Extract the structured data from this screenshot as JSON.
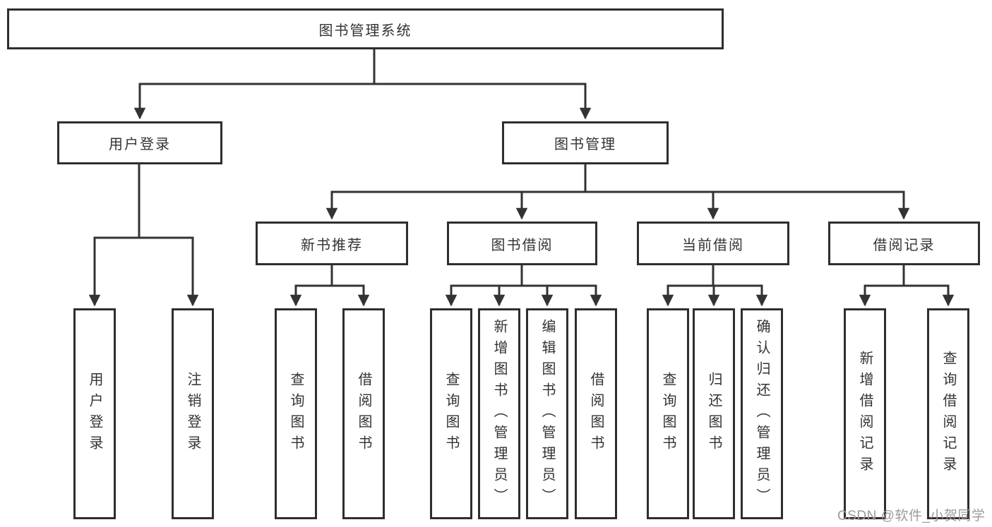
{
  "tree": {
    "label": "图书管理系统",
    "children": [
      {
        "label": "用户登录",
        "children": [
          {
            "label": "用户登录"
          },
          {
            "label": "注销登录"
          }
        ]
      },
      {
        "label": "图书管理",
        "children": [
          {
            "label": "新书推荐",
            "children": [
              {
                "label": "查询图书"
              },
              {
                "label": "借阅图书"
              }
            ]
          },
          {
            "label": "图书借阅",
            "children": [
              {
                "label": "查询图书"
              },
              {
                "label": "新增图书（管理员）"
              },
              {
                "label": "编辑图书（管理员）"
              },
              {
                "label": "借阅图书"
              }
            ]
          },
          {
            "label": "当前借阅",
            "children": [
              {
                "label": "查询图书"
              },
              {
                "label": "归还图书"
              },
              {
                "label": "确认归还（管理员）"
              }
            ]
          },
          {
            "label": "借阅记录",
            "children": [
              {
                "label": "新增借阅记录"
              },
              {
                "label": "查询借阅记录"
              }
            ]
          }
        ]
      }
    ]
  },
  "watermark": {
    "text": "CSDN @软件_小贺同学"
  },
  "colors": {
    "line": "#333333",
    "box_border": "#2e2e2e",
    "text": "#333333",
    "watermark": "#9b9b9b",
    "background": "#ffffff"
  }
}
